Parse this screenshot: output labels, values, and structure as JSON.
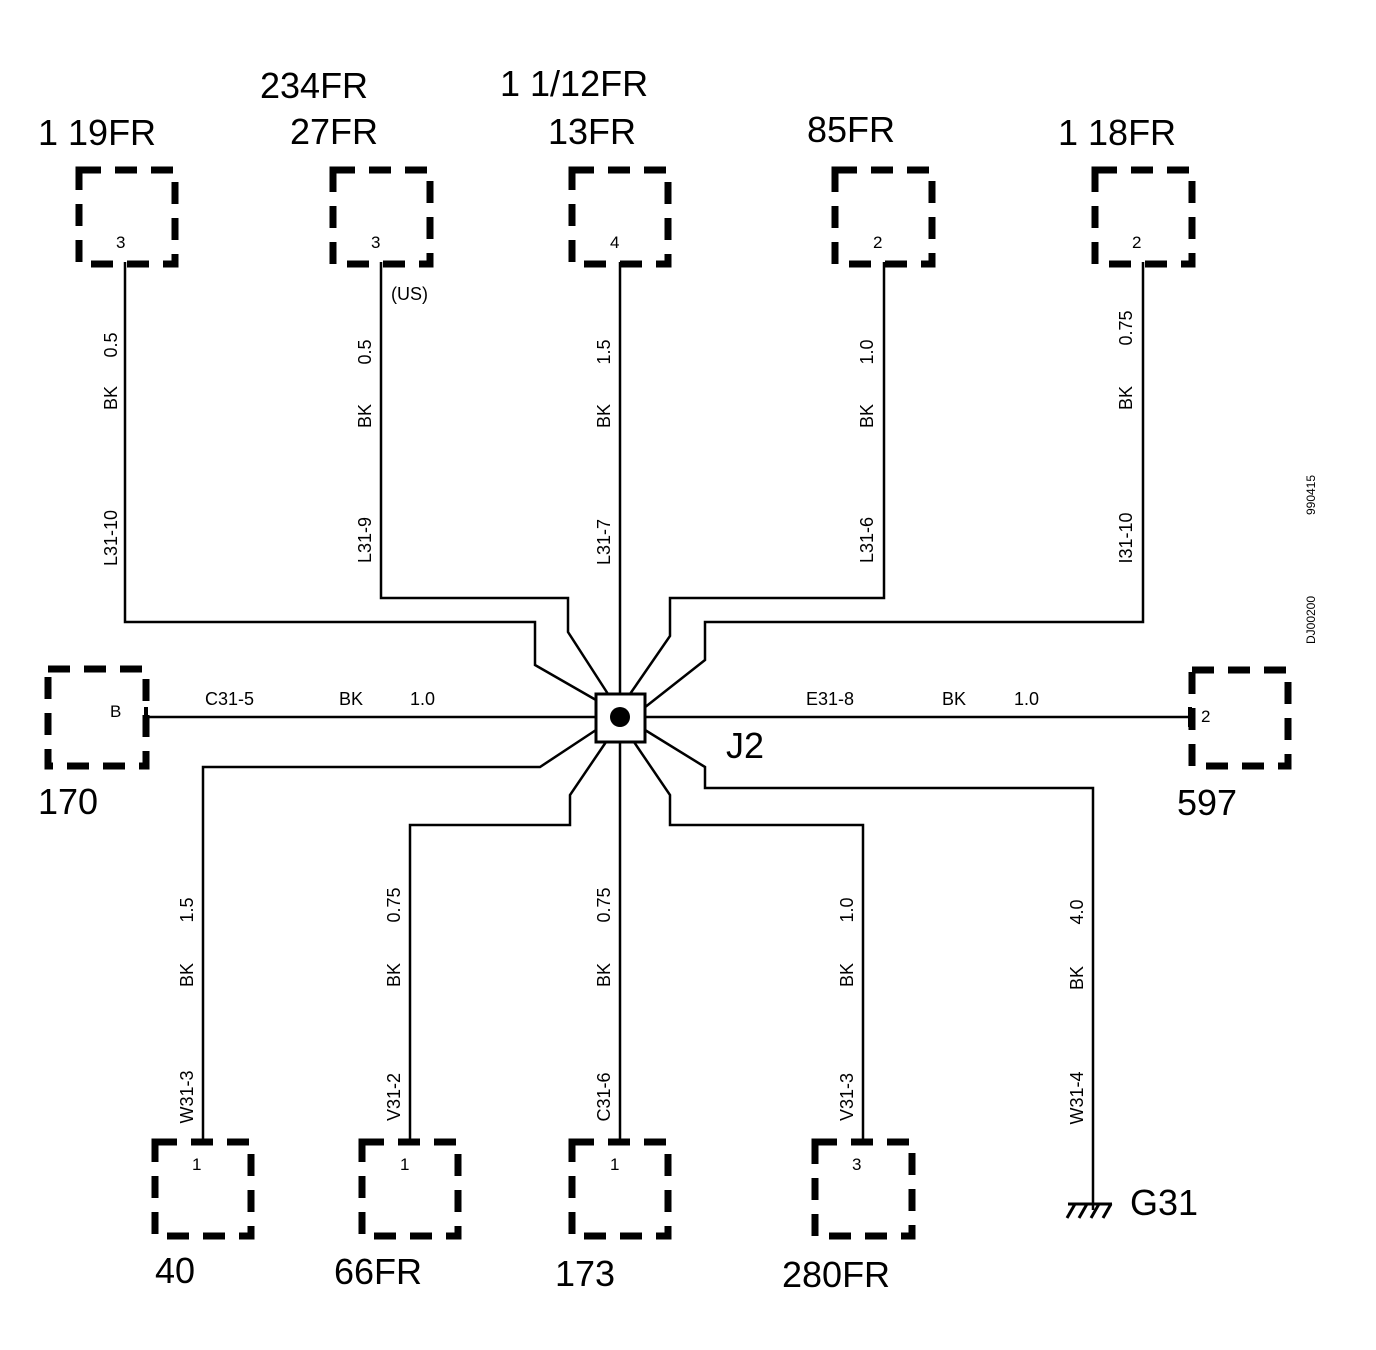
{
  "splice": {
    "label": "J2"
  },
  "ground": {
    "label": "G31"
  },
  "doc_codes": {
    "code1": "990415",
    "code2": "DJ00200"
  },
  "top_connectors": [
    {
      "name_lines": [
        "1 19FR"
      ],
      "pin": "3",
      "note": "",
      "wire_id": "L31-10",
      "color": "BK",
      "size": "0.5"
    },
    {
      "name_lines": [
        "234FR",
        "27FR"
      ],
      "pin": "3",
      "note": "(US)",
      "wire_id": "L31-9",
      "color": "BK",
      "size": "0.5"
    },
    {
      "name_lines": [
        "1 1/12FR",
        "13FR"
      ],
      "pin": "4",
      "note": "",
      "wire_id": "L31-7",
      "color": "BK",
      "size": "1.5"
    },
    {
      "name_lines": [
        "85FR"
      ],
      "pin": "2",
      "note": "",
      "wire_id": "L31-6",
      "color": "BK",
      "size": "1.0"
    },
    {
      "name_lines": [
        "1 18FR"
      ],
      "pin": "2",
      "note": "",
      "wire_id": "I31-10",
      "color": "BK",
      "size": "0.75"
    }
  ],
  "left_connector": {
    "name": "170",
    "pin": "B",
    "wire_id": "C31-5",
    "color": "BK",
    "size": "1.0"
  },
  "right_connector": {
    "name": "597",
    "pin": "2",
    "wire_id": "E31-8",
    "color": "BK",
    "size": "1.0"
  },
  "bottom_connectors": [
    {
      "name": "40",
      "pin": "1",
      "wire_id": "W31-3",
      "color": "BK",
      "size": "1.5"
    },
    {
      "name": "66FR",
      "pin": "1",
      "wire_id": "V31-2",
      "color": "BK",
      "size": "0.75"
    },
    {
      "name": "173",
      "pin": "1",
      "wire_id": "C31-6",
      "color": "BK",
      "size": "0.75"
    },
    {
      "name": "280FR",
      "pin": "3",
      "wire_id": "V31-3",
      "color": "BK",
      "size": "1.0"
    }
  ],
  "ground_wire": {
    "wire_id": "W31-4",
    "color": "BK",
    "size": "4.0"
  }
}
